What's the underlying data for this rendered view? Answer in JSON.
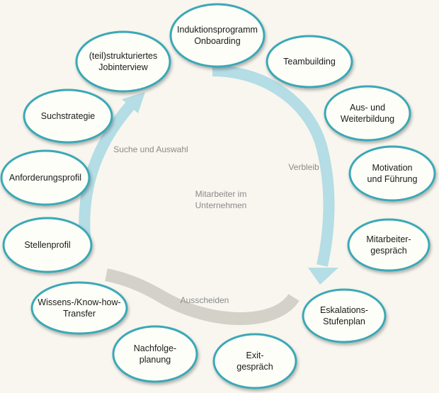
{
  "diagram": {
    "center": {
      "lines": [
        "Mitarbeiter im",
        "Unternehmen"
      ]
    },
    "phases": {
      "search": "Suche und Auswahl",
      "stay": "Verbleib",
      "exit": "Ausscheiden"
    },
    "nodes": [
      {
        "id": "induktion",
        "lines": [
          "Induktionsprogramm",
          "Onboarding"
        ]
      },
      {
        "id": "teambuilding",
        "lines": [
          "Teambuilding"
        ]
      },
      {
        "id": "weiterbildung",
        "lines": [
          "Aus- und",
          "Weiterbildung"
        ]
      },
      {
        "id": "motivation",
        "lines": [
          "Motivation",
          "und Führung"
        ]
      },
      {
        "id": "mitarbeitergespraech",
        "lines": [
          "Mitarbeiter-",
          "gespräch"
        ]
      },
      {
        "id": "eskalation",
        "lines": [
          "Eskalations-",
          "Stufenplan"
        ]
      },
      {
        "id": "exitgespraech",
        "lines": [
          "Exit-",
          "gespräch"
        ]
      },
      {
        "id": "nachfolge",
        "lines": [
          "Nachfolge-",
          "planung"
        ]
      },
      {
        "id": "wissenstransfer",
        "lines": [
          "Wissens-/Know-how-",
          "Transfer"
        ]
      },
      {
        "id": "stellenprofil",
        "lines": [
          "Stellenprofil"
        ]
      },
      {
        "id": "anforderungsprofil",
        "lines": [
          "Anforderungsprofil"
        ]
      },
      {
        "id": "suchstrategie",
        "lines": [
          "Suchstrategie"
        ]
      },
      {
        "id": "jobinterview",
        "lines": [
          "(teil)strukturiertes",
          "Jobinterview"
        ]
      }
    ],
    "colors": {
      "background": "#f8f6ef",
      "node_fill": "#fefef8",
      "node_stroke": "#3aa8b6",
      "arrow_blue": "#b4dde5",
      "arrow_gray": "#d4d1c8",
      "text": "#1a1a1a",
      "phase_text": "#8a8a8a"
    }
  }
}
